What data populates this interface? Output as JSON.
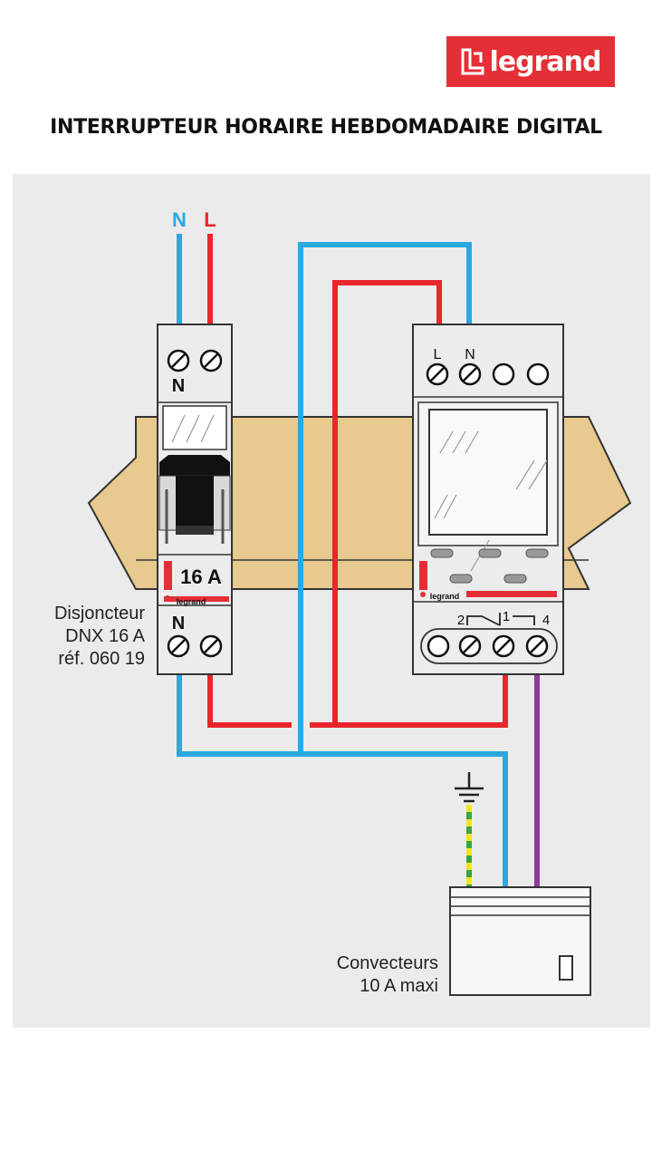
{
  "brand": {
    "logo_text": "legrand"
  },
  "title": "INTERRUPTEUR HORAIRE HEBDOMADAIRE DIGITAL",
  "supply": {
    "neutral_label": "N",
    "live_label": "L"
  },
  "breaker": {
    "top_terminal_label": "N",
    "bottom_terminal_label": "N",
    "rating_label": "16 A",
    "brand_label": "legrand",
    "caption": [
      "Disjoncteur",
      "DNX 16 A",
      "réf. 060 19"
    ]
  },
  "timer": {
    "terminal_labels": [
      "L",
      "N"
    ],
    "contact_labels": [
      "2",
      "1",
      "4"
    ],
    "brand_label": "legrand"
  },
  "load": {
    "caption": [
      "Convecteurs",
      "10 A maxi"
    ]
  },
  "colors": {
    "neutral": "#2aa8e0",
    "live": "#e8262b",
    "load_wire": "#8e3a9d",
    "earth_green": "#3aa542",
    "earth_yellow": "#f2e61b",
    "rail": "#e8c98e",
    "brand_red": "#e52f36"
  }
}
